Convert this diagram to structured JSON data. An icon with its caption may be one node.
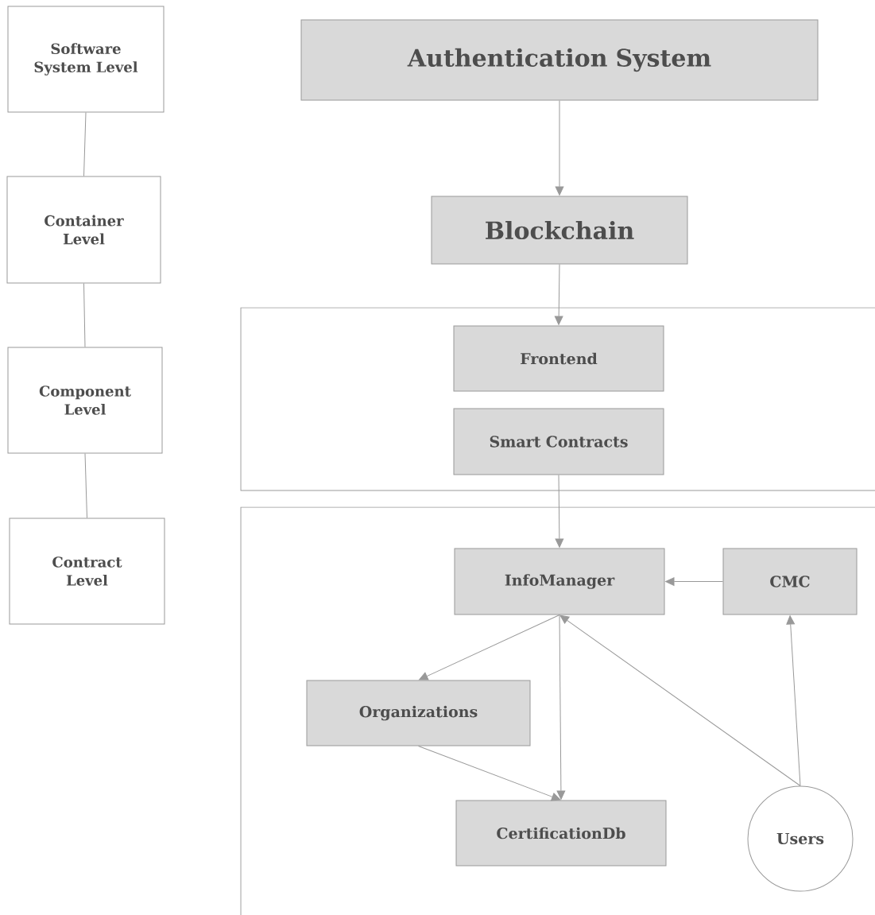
{
  "diagram": {
    "nodes": [
      {
        "text": [
          "Software System Level"
        ]
      },
      {
        "text": [
          "Container Level"
        ]
      },
      {
        "text": [
          "Component Level"
        ]
      },
      {
        "text": [
          "Contract Level"
        ]
      },
      {
        "text": [
          "Authentication System"
        ]
      },
      {
        "text": [
          "Blockchain"
        ]
      },
      {
        "text": [],
        "shape": "box"
      },
      {
        "text": [
          "Frontend"
        ],
        "in": 6
      },
      {
        "text": [
          "Smart Contracts"
        ],
        "in": 6
      },
      {
        "text": [],
        "shape": "box"
      },
      {
        "text": [
          "InfoManager"
        ],
        "in": 9
      },
      {
        "text": [
          "CMC"
        ],
        "in": 9
      },
      {
        "text": [
          "Organizations"
        ],
        "in": 9
      },
      {
        "text": [
          "CertificationDb"
        ],
        "in": 9
      },
      {
        "text": [
          "Users"
        ],
        "in": 9
      }
    ],
    "edges": [
      {
        "from": 0,
        "to": 1,
        "arrow": "none"
      },
      {
        "from": 1,
        "to": 2,
        "arrow": "none"
      },
      {
        "from": 2,
        "to": 3,
        "arrow": "none"
      },
      {
        "from": 4,
        "to": 5,
        "arrow": "to"
      },
      {
        "from": 5,
        "to": 7,
        "arrow": "to"
      },
      {
        "from": 8,
        "to": 10,
        "arrow": "to"
      },
      {
        "from": 11,
        "to": 10,
        "arrow": "to"
      },
      {
        "from": 10,
        "to": 12,
        "arrow": "to"
      },
      {
        "from": 10,
        "to": 13,
        "arrow": "to"
      },
      {
        "from": 12,
        "to": 13,
        "arrow": "to"
      },
      {
        "from": 14,
        "to": 10,
        "arrow": "to"
      },
      {
        "from": 14,
        "to": 11,
        "arrow": "to"
      }
    ]
  }
}
